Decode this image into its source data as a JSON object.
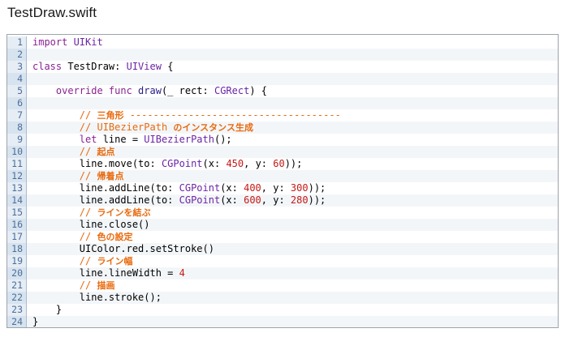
{
  "file": {
    "title": "TestDraw.swift"
  },
  "code": {
    "lines": [
      {
        "num": "1",
        "tokens": [
          {
            "t": "import ",
            "k": "keyword"
          },
          {
            "t": "UIKit",
            "k": "type"
          }
        ]
      },
      {
        "num": "2",
        "tokens": []
      },
      {
        "num": "3",
        "tokens": [
          {
            "t": "class ",
            "k": "keyword"
          },
          {
            "t": "TestDraw",
            "k": "plain"
          },
          {
            "t": ": ",
            "k": "plain"
          },
          {
            "t": "UIView",
            "k": "type"
          },
          {
            "t": " {",
            "k": "plain"
          }
        ]
      },
      {
        "num": "4",
        "tokens": []
      },
      {
        "num": "5",
        "tokens": [
          {
            "t": "    override func ",
            "k": "keyword"
          },
          {
            "t": "draw",
            "k": "ident"
          },
          {
            "t": "(_ rect: ",
            "k": "plain"
          },
          {
            "t": "CGRect",
            "k": "type"
          },
          {
            "t": ") {",
            "k": "plain"
          }
        ]
      },
      {
        "num": "6",
        "tokens": []
      },
      {
        "num": "7",
        "tokens": [
          {
            "t": "        // ",
            "k": "comment"
          },
          {
            "t": "三角形",
            "k": "cjk"
          },
          {
            "t": " ------------------------------------",
            "k": "comment"
          }
        ]
      },
      {
        "num": "8",
        "tokens": [
          {
            "t": "        // UIBezierPath ",
            "k": "comment"
          },
          {
            "t": "のインスタンス生成",
            "k": "cjk"
          }
        ]
      },
      {
        "num": "9",
        "tokens": [
          {
            "t": "        let ",
            "k": "keyword"
          },
          {
            "t": "line = ",
            "k": "plain"
          },
          {
            "t": "UIBezierPath",
            "k": "type"
          },
          {
            "t": "();",
            "k": "plain"
          }
        ]
      },
      {
        "num": "10",
        "tokens": [
          {
            "t": "        // ",
            "k": "comment"
          },
          {
            "t": "起点",
            "k": "cjk"
          }
        ]
      },
      {
        "num": "11",
        "tokens": [
          {
            "t": "        line.move(to: ",
            "k": "plain"
          },
          {
            "t": "CGPoint",
            "k": "type"
          },
          {
            "t": "(x: ",
            "k": "plain"
          },
          {
            "t": "450",
            "k": "number"
          },
          {
            "t": ", y: ",
            "k": "plain"
          },
          {
            "t": "60",
            "k": "number"
          },
          {
            "t": "));",
            "k": "plain"
          }
        ]
      },
      {
        "num": "12",
        "tokens": [
          {
            "t": "        // ",
            "k": "comment"
          },
          {
            "t": "帰着点",
            "k": "cjk"
          }
        ]
      },
      {
        "num": "13",
        "tokens": [
          {
            "t": "        line.addLine(to: ",
            "k": "plain"
          },
          {
            "t": "CGPoint",
            "k": "type"
          },
          {
            "t": "(x: ",
            "k": "plain"
          },
          {
            "t": "400",
            "k": "number"
          },
          {
            "t": ", y: ",
            "k": "plain"
          },
          {
            "t": "300",
            "k": "number"
          },
          {
            "t": "));",
            "k": "plain"
          }
        ]
      },
      {
        "num": "14",
        "tokens": [
          {
            "t": "        line.addLine(to: ",
            "k": "plain"
          },
          {
            "t": "CGPoint",
            "k": "type"
          },
          {
            "t": "(x: ",
            "k": "plain"
          },
          {
            "t": "600",
            "k": "number"
          },
          {
            "t": ", y: ",
            "k": "plain"
          },
          {
            "t": "280",
            "k": "number"
          },
          {
            "t": "));",
            "k": "plain"
          }
        ]
      },
      {
        "num": "15",
        "tokens": [
          {
            "t": "        // ",
            "k": "comment"
          },
          {
            "t": "ラインを結ぶ",
            "k": "cjk"
          }
        ]
      },
      {
        "num": "16",
        "tokens": [
          {
            "t": "        line.close()",
            "k": "plain"
          }
        ]
      },
      {
        "num": "17",
        "tokens": [
          {
            "t": "        // ",
            "k": "comment"
          },
          {
            "t": "色の設定",
            "k": "cjk"
          }
        ]
      },
      {
        "num": "18",
        "tokens": [
          {
            "t": "        UIColor.red.setStroke()",
            "k": "plain"
          }
        ]
      },
      {
        "num": "19",
        "tokens": [
          {
            "t": "        // ",
            "k": "comment"
          },
          {
            "t": "ライン幅",
            "k": "cjk"
          }
        ]
      },
      {
        "num": "20",
        "tokens": [
          {
            "t": "        line.lineWidth = ",
            "k": "plain"
          },
          {
            "t": "4",
            "k": "number"
          }
        ]
      },
      {
        "num": "21",
        "tokens": [
          {
            "t": "        // ",
            "k": "comment"
          },
          {
            "t": "描画",
            "k": "cjk"
          }
        ]
      },
      {
        "num": "22",
        "tokens": [
          {
            "t": "        line.stroke();",
            "k": "plain"
          }
        ]
      },
      {
        "num": "23",
        "tokens": [
          {
            "t": "    }",
            "k": "plain"
          }
        ]
      },
      {
        "num": "24",
        "tokens": [
          {
            "t": "}",
            "k": "plain"
          }
        ]
      }
    ]
  },
  "colors": {
    "keyword": "#8a2291",
    "type": "#6b24a6",
    "number": "#c41a16",
    "comment": "#e86a0e",
    "gutter_text": "#4a6f9a",
    "border": "#9ea4ab"
  }
}
